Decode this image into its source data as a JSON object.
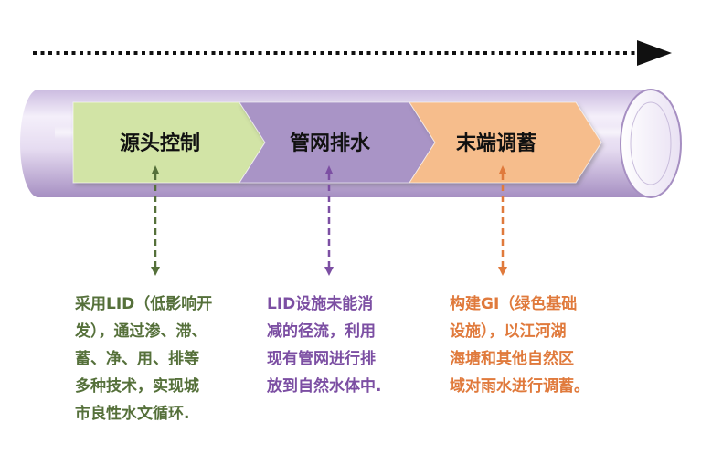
{
  "stages": [
    {
      "id": "source",
      "label": "源头控制",
      "description": "采用LID（低影响开\n发），通过渗、滞、\n蓄、净、用、排等\n多种技术，实现城\n市良性水文循环.",
      "color": "#d2e4a6",
      "line_color": "#55703a",
      "text_color": "#55703a"
    },
    {
      "id": "pipe",
      "label": "管网排水",
      "description": "LID设施未能消\n减的径流，利用\n现有管网进行排\n放到自然水体中.",
      "color": "#a994c6",
      "line_color": "#7c4fa3",
      "text_color": "#7c4fa3"
    },
    {
      "id": "end",
      "label": "末端调蓄",
      "description": "构建GI（绿色基础\n设施），以江河湖\n海塘和其他自然区\n域对雨水进行调蓄。",
      "color": "#f6bd8c",
      "line_color": "#e07a3c",
      "text_color": "#e07a3c"
    }
  ],
  "colors": {
    "pipe_body": "#dcd1ea",
    "pipe_edge": "#a68fc2",
    "flow_arrow": "#111111"
  }
}
